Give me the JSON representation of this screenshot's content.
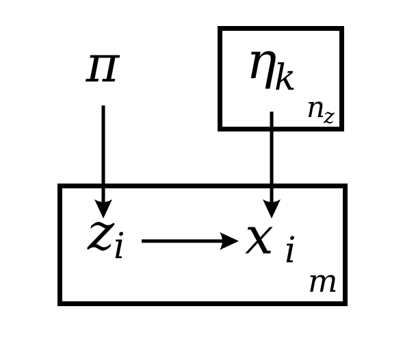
{
  "diagram": {
    "figure_type": "plate-notation-graphical-model",
    "colors": {
      "ink": "#000000",
      "background": "#ffffff"
    },
    "nodes": {
      "pi": {
        "symbol": "π",
        "subscript": ""
      },
      "eta": {
        "symbol": "η",
        "subscript": "k"
      },
      "z": {
        "symbol": "z",
        "subscript": "i"
      },
      "x": {
        "symbol": "x",
        "subscript": "i"
      }
    },
    "plates": {
      "eta_plate": {
        "label": "n",
        "label_subscript": "z"
      },
      "data_plate": {
        "label": "m",
        "label_subscript": ""
      }
    },
    "edges": [
      {
        "from": "pi",
        "to": "z"
      },
      {
        "from": "eta",
        "to": "x"
      },
      {
        "from": "z",
        "to": "x"
      }
    ]
  }
}
